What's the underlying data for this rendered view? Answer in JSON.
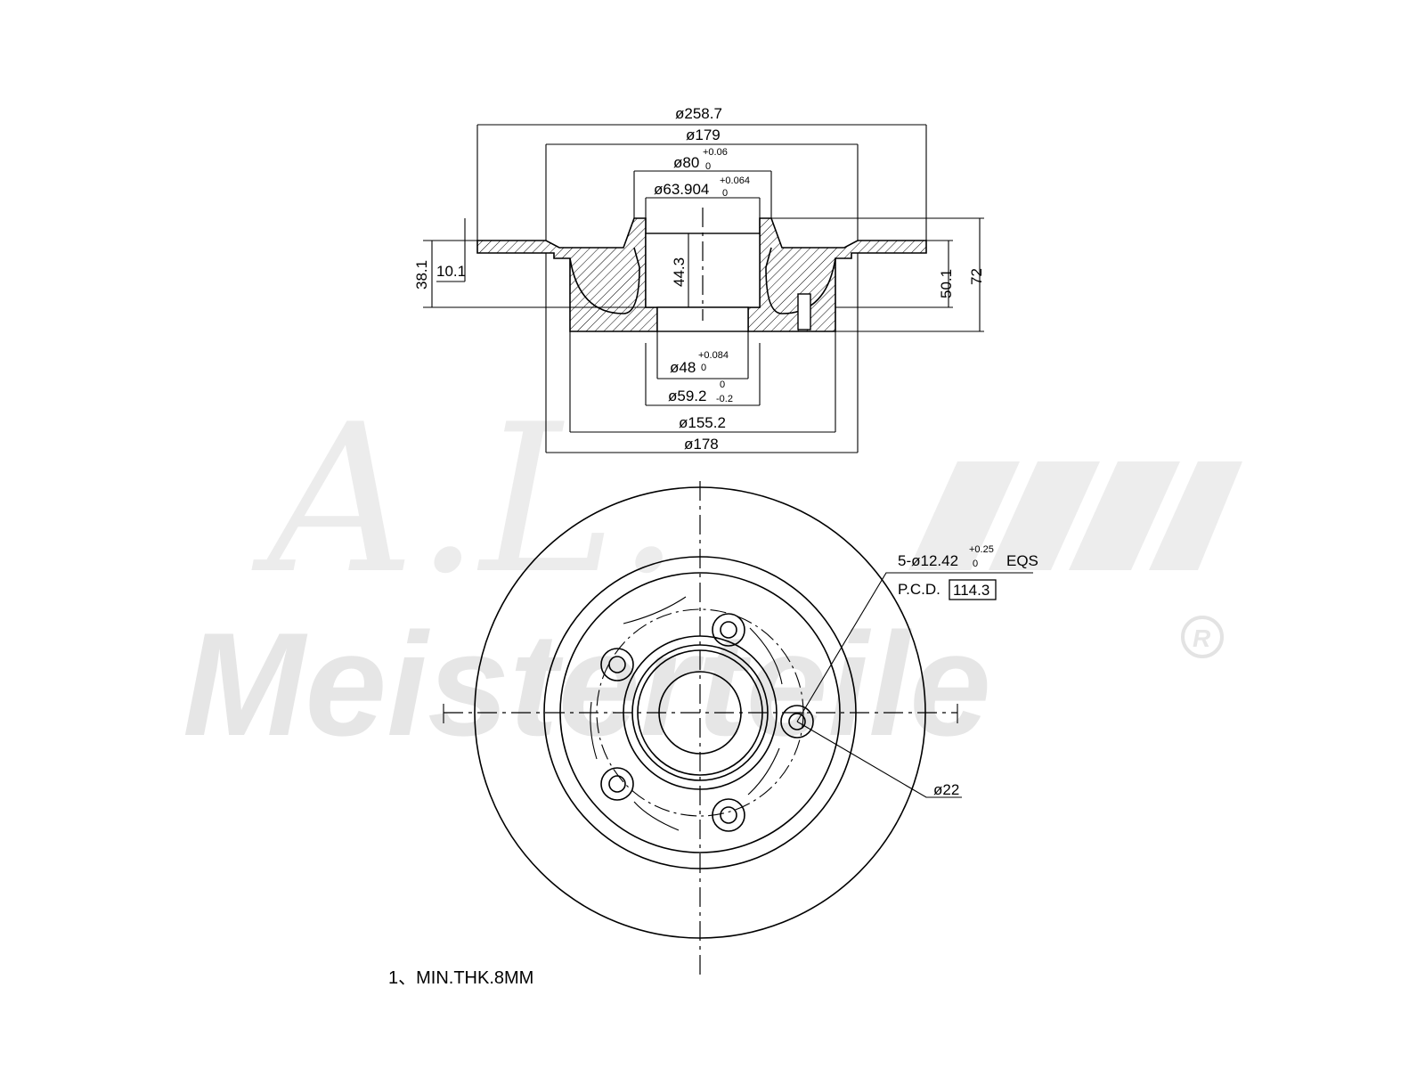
{
  "watermark": {
    "brand": "Meisterteile",
    "script": "A.L.",
    "registered": "R"
  },
  "section_view": {
    "dims_top": [
      {
        "id": "d258",
        "main": "ø258.7"
      },
      {
        "id": "d179",
        "main": "ø179"
      },
      {
        "id": "d80",
        "main": "ø80",
        "tol_upper": "+0.06",
        "tol_lower": "0"
      },
      {
        "id": "d63",
        "main": "ø63.904",
        "tol_upper": "+0.064",
        "tol_lower": "0"
      }
    ],
    "dims_bottom": [
      {
        "id": "d48",
        "main": "ø48",
        "tol_upper": "+0.084",
        "tol_lower": "0"
      },
      {
        "id": "d59",
        "main": "ø59.2",
        "tol_upper": "0",
        "tol_lower": "-0.2"
      },
      {
        "id": "d155",
        "main": "ø155.2"
      },
      {
        "id": "d178",
        "main": "ø178"
      }
    ],
    "dims_vertical": [
      {
        "id": "h38",
        "main": "38.1"
      },
      {
        "id": "h10",
        "main": "10.1"
      },
      {
        "id": "h44",
        "main": "44.3"
      },
      {
        "id": "h50",
        "main": "50.1"
      },
      {
        "id": "h72",
        "main": "72"
      }
    ]
  },
  "front_view": {
    "bolt_holes": {
      "prefix": "5-ø12.42",
      "tol_upper": "+0.25",
      "tol_lower": "0",
      "suffix": "EQS"
    },
    "pcd_label": "P.C.D.",
    "pcd_value": "114.3",
    "stud_dia": "ø22"
  },
  "note": "1、MIN.THK.8MM"
}
